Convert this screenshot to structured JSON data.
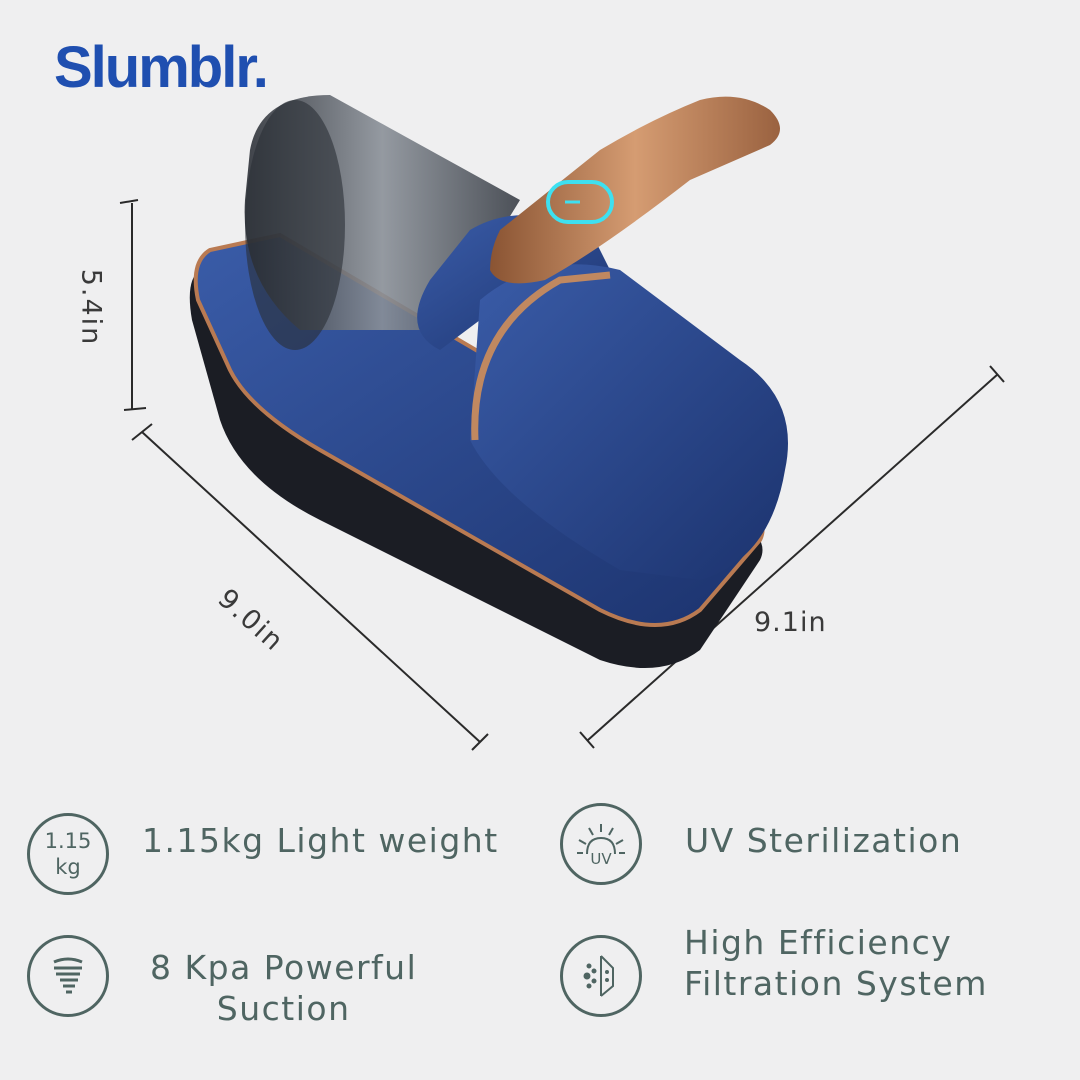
{
  "brand": {
    "name": "Slumblr.",
    "color": "#1f4fb0"
  },
  "dimensions": {
    "height": "5.4in",
    "length": "9.0in",
    "width": "9.1in"
  },
  "features": [
    {
      "icon": "weight-badge-icon",
      "icon_text_top": "1.15",
      "icon_text_bottom": "kg",
      "label": "1.15kg Light weight"
    },
    {
      "icon": "uv-sun-icon",
      "icon_text": "UV",
      "label": "UV Sterilization"
    },
    {
      "icon": "tornado-suction-icon",
      "label_line1": "8 Kpa Powerful",
      "label_line2": "Suction"
    },
    {
      "icon": "filter-icon",
      "label_line1": "High Efficiency",
      "label_line2": "Filtration System"
    }
  ],
  "colors": {
    "text": "#4f6562",
    "product_blue": "#27458a",
    "copper": "#b97a52",
    "indicator": "#3ee0f0"
  }
}
